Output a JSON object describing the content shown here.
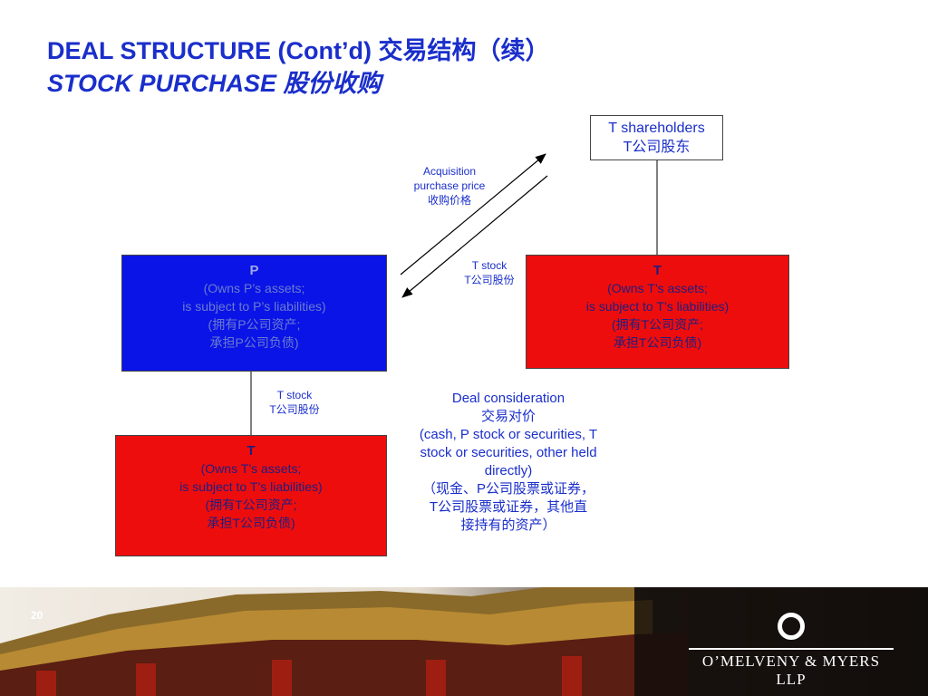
{
  "title": {
    "line1": "DEAL STRUCTURE (Cont’d) 交易结构（续）",
    "line2": "STOCK PURCHASE 股份收购"
  },
  "shareholders_box": {
    "line1": "T shareholders",
    "line2": "T公司股东"
  },
  "p_box": {
    "name": "P",
    "lines": [
      "(Owns P’s assets;",
      "is subject to P’s liabilities)",
      "(拥有P公司资产;",
      "承担P公司负债)"
    ]
  },
  "t_box_right": {
    "name": "T",
    "lines": [
      "(Owns T’s assets;",
      "is subject to T’s liabilities)",
      "(拥有T公司资产;",
      "承担T公司负债)"
    ]
  },
  "t_box_bottom": {
    "name": "T",
    "lines": [
      "(Owns T’s assets;",
      "is subject to T’s liabilities)",
      "(拥有T公司资产;",
      "承担T公司负债)"
    ]
  },
  "arrow_labels": {
    "acquisition": [
      "Acquisition",
      "purchase price",
      "收购价格"
    ],
    "t_stock_upper": [
      "T stock",
      "T公司股份"
    ],
    "t_stock_lower": [
      "T stock",
      "T公司股份"
    ]
  },
  "deal_consideration": {
    "lines": [
      "Deal consideration",
      "交易对价",
      "(cash, P stock or securities, T",
      "stock or securities, other held",
      "directly)",
      "（现金、P公司股票或证券，",
      "T公司股票或证券，其他直",
      "接持有的资产）"
    ]
  },
  "footer": {
    "page_number": "20",
    "logo_text": "O’MELVENY & MYERS LLP"
  },
  "colors": {
    "title_blue": "#1a2ecb",
    "p_box_blue": "#0a14e6",
    "t_box_red": "#ee0d0d"
  }
}
